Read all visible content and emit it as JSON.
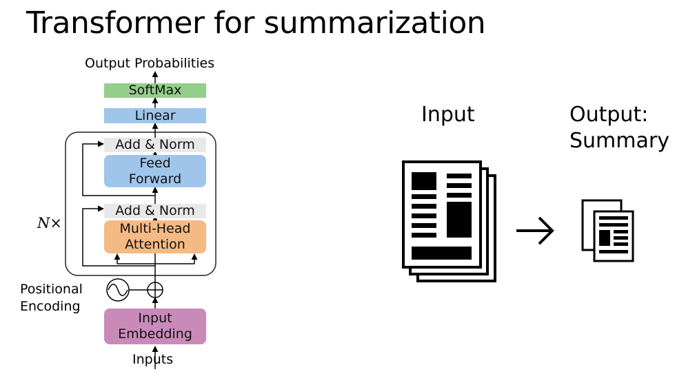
{
  "title": "Transformer for summarization",
  "transformer": {
    "output_label": "Output Probabilities",
    "softmax": "SoftMax",
    "linear": "Linear",
    "add_norm_top": "Add & Norm",
    "feed_forward_line1": "Feed",
    "feed_forward_line2": "Forward",
    "add_norm_bottom": "Add & Norm",
    "mha_line1": "Multi-Head",
    "mha_line2": "Attention",
    "n_prefix": "N",
    "n_suffix": "×",
    "positional_line1": "Positional",
    "positional_line2": "Encoding",
    "embedding_line1": "Input",
    "embedding_line2": "Embedding",
    "inputs_label": "Inputs"
  },
  "summary": {
    "input_label": "Input",
    "output_line1": "Output:",
    "output_line2": "Summary"
  },
  "icons": {
    "input_document": "document-stack-icon",
    "arrow": "arrow-right-icon",
    "output_document": "small-document-stack-icon",
    "positional": "sine-wave-icon",
    "add": "circled-plus-icon"
  }
}
